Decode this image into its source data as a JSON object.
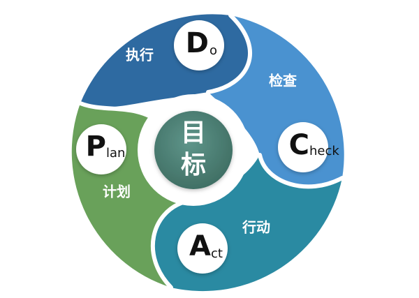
{
  "diagram": {
    "center": {
      "line1": "目",
      "line2": "标",
      "color": "#4e8074"
    },
    "segments": [
      {
        "id": "do",
        "label": "执行",
        "letter": "D",
        "rest": "o",
        "color": "#2e6aa1"
      },
      {
        "id": "check",
        "label": "检查",
        "letter": "C",
        "rest": "heck",
        "color": "#4a92d0"
      },
      {
        "id": "act",
        "label": "行动",
        "letter": "A",
        "rest": "ct",
        "color": "#2a8aa2"
      },
      {
        "id": "plan",
        "label": "计划",
        "letter": "P",
        "rest": "lan",
        "color": "#69a15a"
      }
    ]
  }
}
